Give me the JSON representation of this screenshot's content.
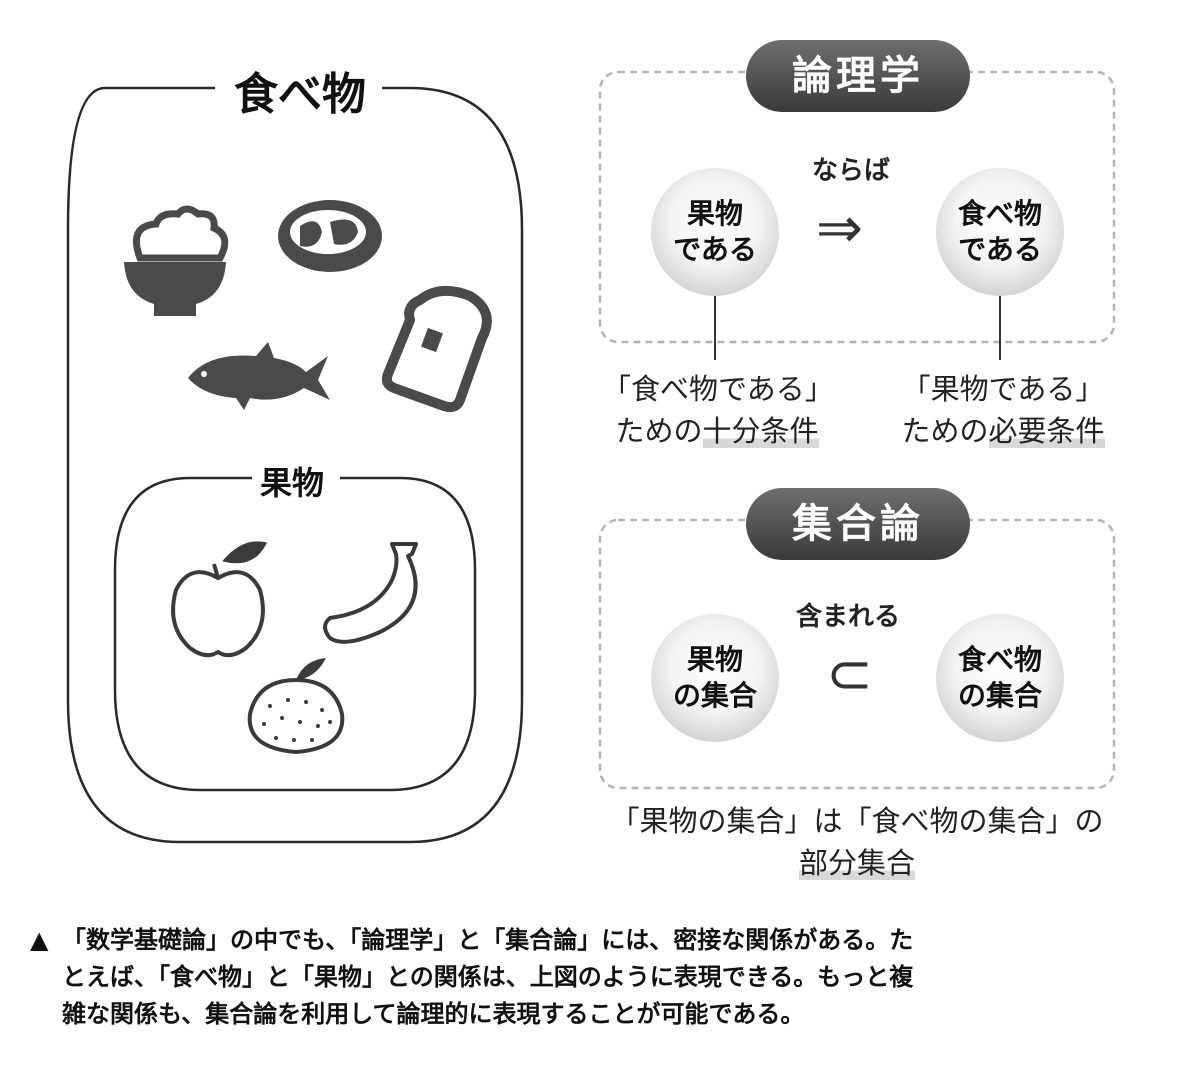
{
  "left": {
    "outer_label": "食べ物",
    "inner_label": "果物",
    "food_icons": [
      "rice-bowl-icon",
      "meat-steak-icon",
      "fish-icon",
      "bread-toast-icon"
    ],
    "fruit_icons": [
      "apple-icon",
      "banana-icon",
      "mandarin-orange-icon"
    ]
  },
  "logic_panel": {
    "title": "論理学",
    "connector": "ならば",
    "symbol": "⇒",
    "left_ball": [
      "果物",
      "である"
    ],
    "right_ball": [
      "食べ物",
      "である"
    ],
    "left_caption": {
      "line1": "「食べ物である」",
      "line2_pre": "ための",
      "line2_hl": "十分条件"
    },
    "right_caption": {
      "line1": "「果物である」",
      "line2_pre": "ための",
      "line2_hl": "必要条件"
    }
  },
  "set_panel": {
    "title": "集合論",
    "connector": "含まれる",
    "symbol": "⊂",
    "left_ball": [
      "果物",
      "の集合"
    ],
    "right_ball": [
      "食べ物",
      "の集合"
    ],
    "caption": {
      "line1": "「果物の集合」は「食べ物の集合」の",
      "line2_hl": "部分集合"
    }
  },
  "footnote": {
    "marker": "▲",
    "lines": [
      "「数学基礎論」の中でも、「論理学」と「集合論」には、密接な関係がある。た",
      "とえば、「食べ物」と「果物」との関係は、上図のように表現できる。もっと複",
      "雑な関係も、集合論を利用して論理的に表現することが可能である。"
    ]
  },
  "colors": {
    "stroke": "#2a2a2a",
    "icon_fill": "#4a4a4a",
    "dashed": "#b5b5b5",
    "highlight": "#d9d9d9"
  }
}
